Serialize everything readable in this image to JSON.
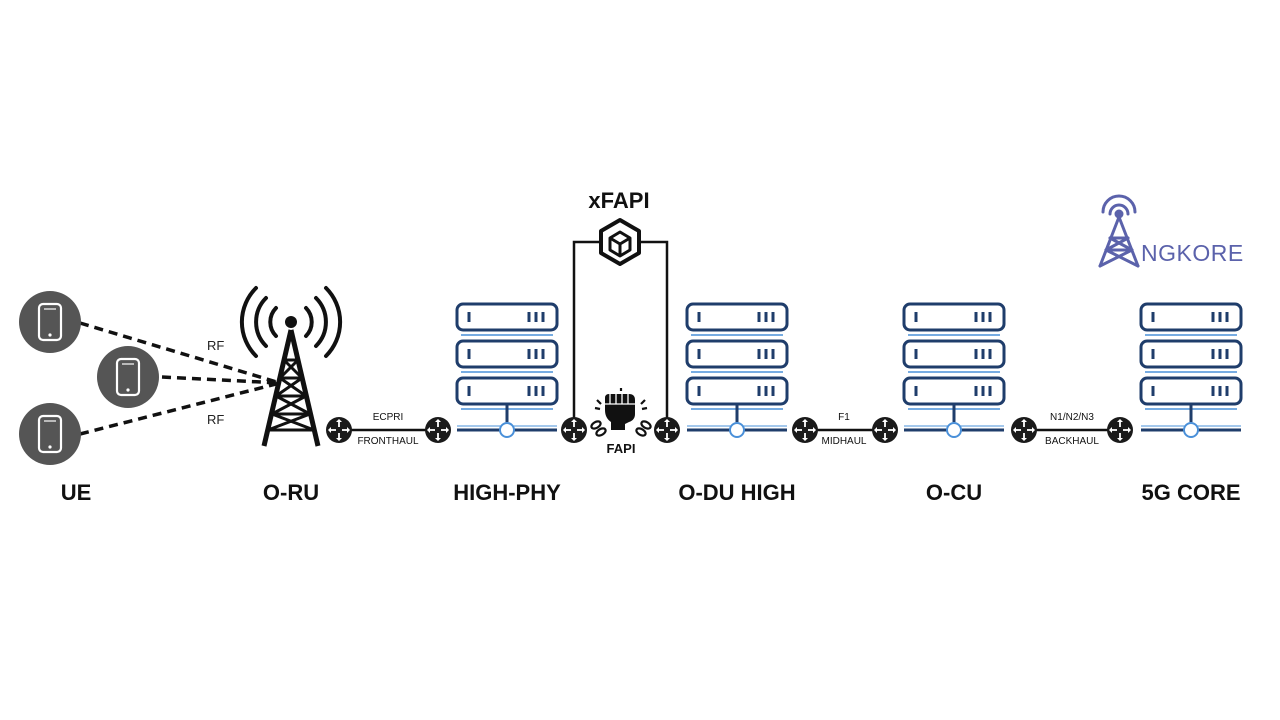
{
  "title": "xFAPI",
  "nodes": {
    "ue": "UE",
    "oru": "O-RU",
    "highphy": "HIGH-PHY",
    "oduhigh": "O-DU HIGH",
    "ocu": "O-CU",
    "core": "5G CORE"
  },
  "links": {
    "rf_top": "RF",
    "rf_bottom": "RF",
    "fronthaul_proto": "ECPRI",
    "fronthaul_name": "FRONTHAUL",
    "fapi": "FAPI",
    "midhaul_proto": "F1",
    "midhaul_name": "MIDHAUL",
    "backhaul_proto": "N1/N2/N3",
    "backhaul_name": "BACKHAUL"
  },
  "logo": {
    "text": "NGKORE",
    "color": "#5b62ab"
  },
  "colors": {
    "server": "#1f3d6b",
    "server_fill": "#ffffff",
    "accent": "#4a90d9",
    "phone_bg": "#555555",
    "router": "#1a1a1a"
  },
  "icons": [
    "phone-icon",
    "tower-icon",
    "server-icon",
    "router-icon",
    "cube-icon",
    "fist-broken-chain-icon",
    "logo-tower-icon"
  ]
}
